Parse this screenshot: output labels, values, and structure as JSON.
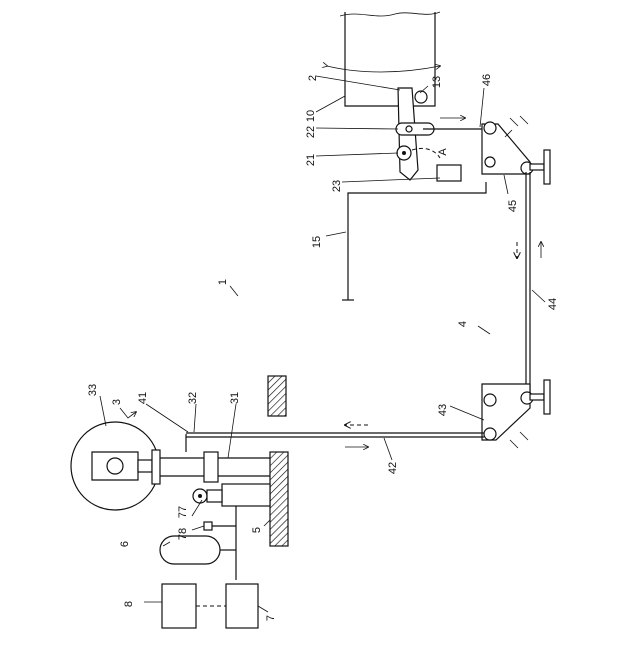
{
  "figure": {
    "orientation": "rotated-90-ccw",
    "labels": {
      "l1": "1",
      "l2": "2",
      "l3": "3",
      "l4": "4",
      "l5": "5",
      "l6": "6",
      "l7": "7",
      "l8": "8",
      "l10": "10",
      "l13": "13",
      "l15": "15",
      "l21": "21",
      "l22": "22",
      "l23": "23",
      "l31": "31",
      "l32": "32",
      "l33": "33",
      "l41": "41",
      "l42": "42",
      "l43": "43",
      "l44": "44",
      "l45": "45",
      "l46": "46",
      "l77": "77",
      "l78": "78",
      "lA": "A"
    }
  }
}
